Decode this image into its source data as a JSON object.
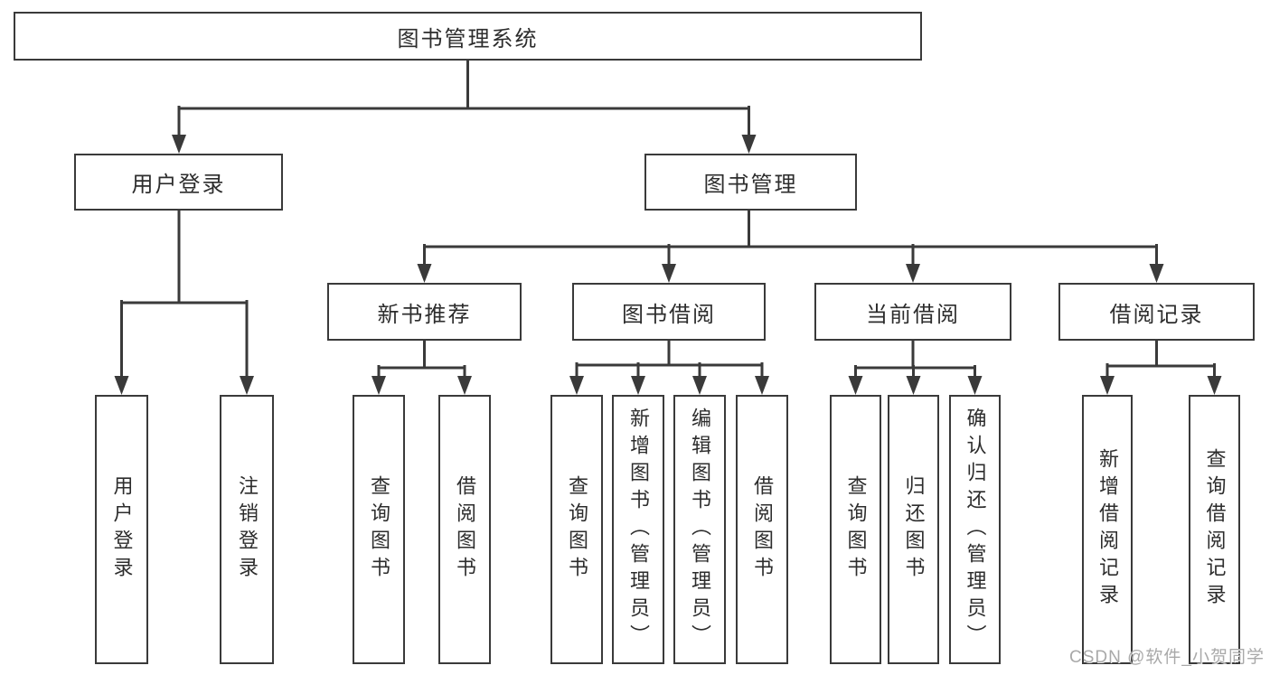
{
  "diagram_type": "hierarchy-diagram",
  "tree": {
    "label": "图书管理系统",
    "children": [
      {
        "label": "用户登录",
        "children": [
          {
            "label": "用户登录"
          },
          {
            "label": "注销登录"
          }
        ]
      },
      {
        "label": "图书管理",
        "children": [
          {
            "label": "新书推荐",
            "children": [
              {
                "label": "查询图书"
              },
              {
                "label": "借阅图书"
              }
            ]
          },
          {
            "label": "图书借阅",
            "children": [
              {
                "label": "查询图书"
              },
              {
                "label": "新增图书（管理员）"
              },
              {
                "label": "编辑图书（管理员）"
              },
              {
                "label": "借阅图书"
              }
            ]
          },
          {
            "label": "当前借阅",
            "children": [
              {
                "label": "查询图书"
              },
              {
                "label": "归还图书"
              },
              {
                "label": "确认归还（管理员）"
              }
            ]
          },
          {
            "label": "借阅记录",
            "children": [
              {
                "label": "新增借阅记录"
              },
              {
                "label": "查询借阅记录"
              }
            ]
          }
        ]
      }
    ]
  },
  "watermark": "CSDN @软件_小贺同学",
  "colors": {
    "line": "#3a3a3a",
    "box_border": "#3a3a3a",
    "text": "#2d2d2d",
    "watermark": "#a9a9a9",
    "background": "#ffffff"
  }
}
